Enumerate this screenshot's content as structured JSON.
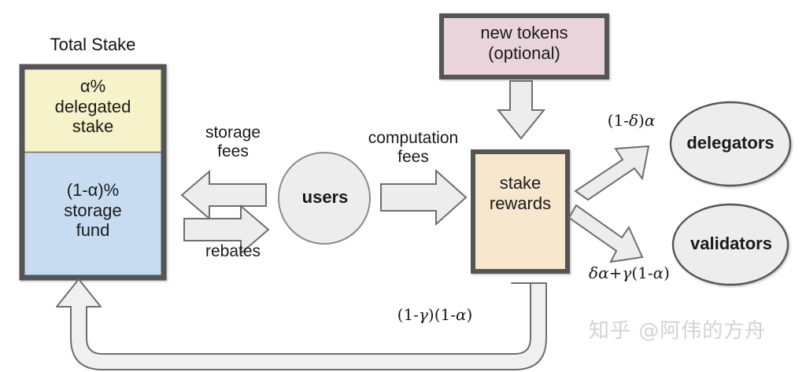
{
  "diagram": {
    "title": "Total Stake",
    "total_stake_box": {
      "segments": [
        {
          "name": "delegated-stake",
          "label": "α%\ndelegated\nstake",
          "color": "#f6f2c9"
        },
        {
          "name": "storage-fund",
          "label": "(1-α)%\nstorage\nfund",
          "color": "#c7dcf1"
        }
      ],
      "border_color": "#545454"
    },
    "new_tokens_box": {
      "label": "new tokens\n(optional)",
      "color": "#e9d4dc",
      "border_color": "#545454"
    },
    "stake_rewards_box": {
      "label": "stake\nrewards",
      "color": "#f6e7cd",
      "border_color": "#545454"
    },
    "users_node": {
      "label": "users",
      "color": "#ededed",
      "border_color": "#7d7d7d"
    },
    "delegators_node": {
      "label": "delegators",
      "color": "#ededed",
      "border_color": "#555555"
    },
    "validators_node": {
      "label": "validators",
      "color": "#ededed",
      "border_color": "#555555"
    },
    "flows": [
      {
        "name": "storage-fees",
        "label": "storage\nfees",
        "direction": "left"
      },
      {
        "name": "rebates",
        "label": "rebates",
        "direction": "right"
      },
      {
        "name": "computation-fees",
        "label": "computation\nfees",
        "direction": "right"
      },
      {
        "name": "new-tokens-inflow",
        "label": "",
        "direction": "down"
      }
    ],
    "share_labels": {
      "delegators_share_prefix": "(1-",
      "delegators_share_delta": "δ",
      "delegators_share_mid": ")",
      "delegators_share_alpha": "α",
      "validators_share_delta": "δ",
      "validators_share_alpha1": "α",
      "validators_share_plus": "+",
      "validators_share_gamma": "γ",
      "validators_share_open": "(1-",
      "validators_share_alpha2": "α",
      "validators_share_close": ")",
      "restake_open1": "(1-",
      "restake_gamma": "γ",
      "restake_close1": ")(1-",
      "restake_alpha": "α",
      "restake_close2": ")"
    },
    "arrow_fill": "#ededed",
    "arrow_stroke": "#6e6e6e"
  },
  "watermark": {
    "text": "知乎 @阿伟的方舟"
  }
}
